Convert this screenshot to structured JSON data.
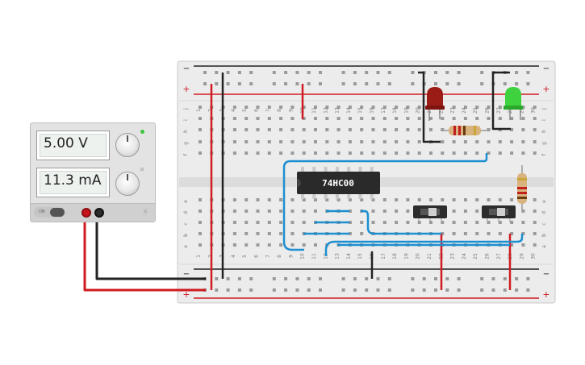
{
  "canvas": {
    "background": "#ffffff"
  },
  "power_supply": {
    "voltage_display": "5.00 V",
    "current_display": "11.3 mA",
    "power_switch_label": "ON",
    "indicator_color": "#3cc43c"
  },
  "breadboard": {
    "columns_top": [
      "1",
      "2",
      "3",
      "4",
      "5",
      "6",
      "7",
      "8",
      "9",
      "10",
      "11",
      "12",
      "13",
      "14",
      "15",
      "16",
      "17",
      "18",
      "19",
      "20",
      "21",
      "22",
      "23",
      "24",
      "25",
      "26",
      "27",
      "28",
      "29",
      "30"
    ],
    "columns_bottom": [
      "1",
      "2",
      "3",
      "4",
      "5",
      "6",
      "7",
      "8",
      "9",
      "10",
      "11",
      "12",
      "13",
      "14",
      "15",
      "16",
      "17",
      "18",
      "19",
      "20",
      "21",
      "22",
      "23",
      "24",
      "25",
      "26",
      "27",
      "28",
      "29",
      "30"
    ],
    "rows_upper": [
      "j",
      "i",
      "h",
      "g",
      "f"
    ],
    "rows_lower": [
      "e",
      "d",
      "c",
      "b",
      "a"
    ],
    "rail_minus": "−",
    "rail_plus": "+"
  },
  "ic": {
    "label": "74HC00"
  },
  "colors": {
    "wire_red": "#d01b22",
    "wire_black": "#222222",
    "wire_blue": "#1d8fd1",
    "led_red": "#9b1b16",
    "led_green": "#3ed23e",
    "board": "#ececec",
    "ic_body": "#2a2a2a"
  }
}
